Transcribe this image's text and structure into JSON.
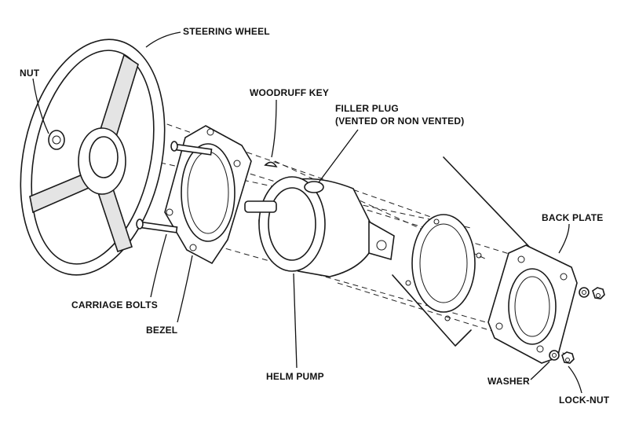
{
  "labels": {
    "steering_wheel": "STEERING WHEEL",
    "nut": "NUT",
    "woodruff_key": "WOODRUFF KEY",
    "filler_plug_line1": "FILLER PLUG",
    "filler_plug_line2": "(VENTED OR NON VENTED)",
    "back_plate": "BACK PLATE",
    "carriage_bolts": "CARRIAGE BOLTS",
    "bezel": "BEZEL",
    "helm_pump": "HELM PUMP",
    "washer": "WASHER",
    "lock_nut": "LOCK-NUT"
  }
}
